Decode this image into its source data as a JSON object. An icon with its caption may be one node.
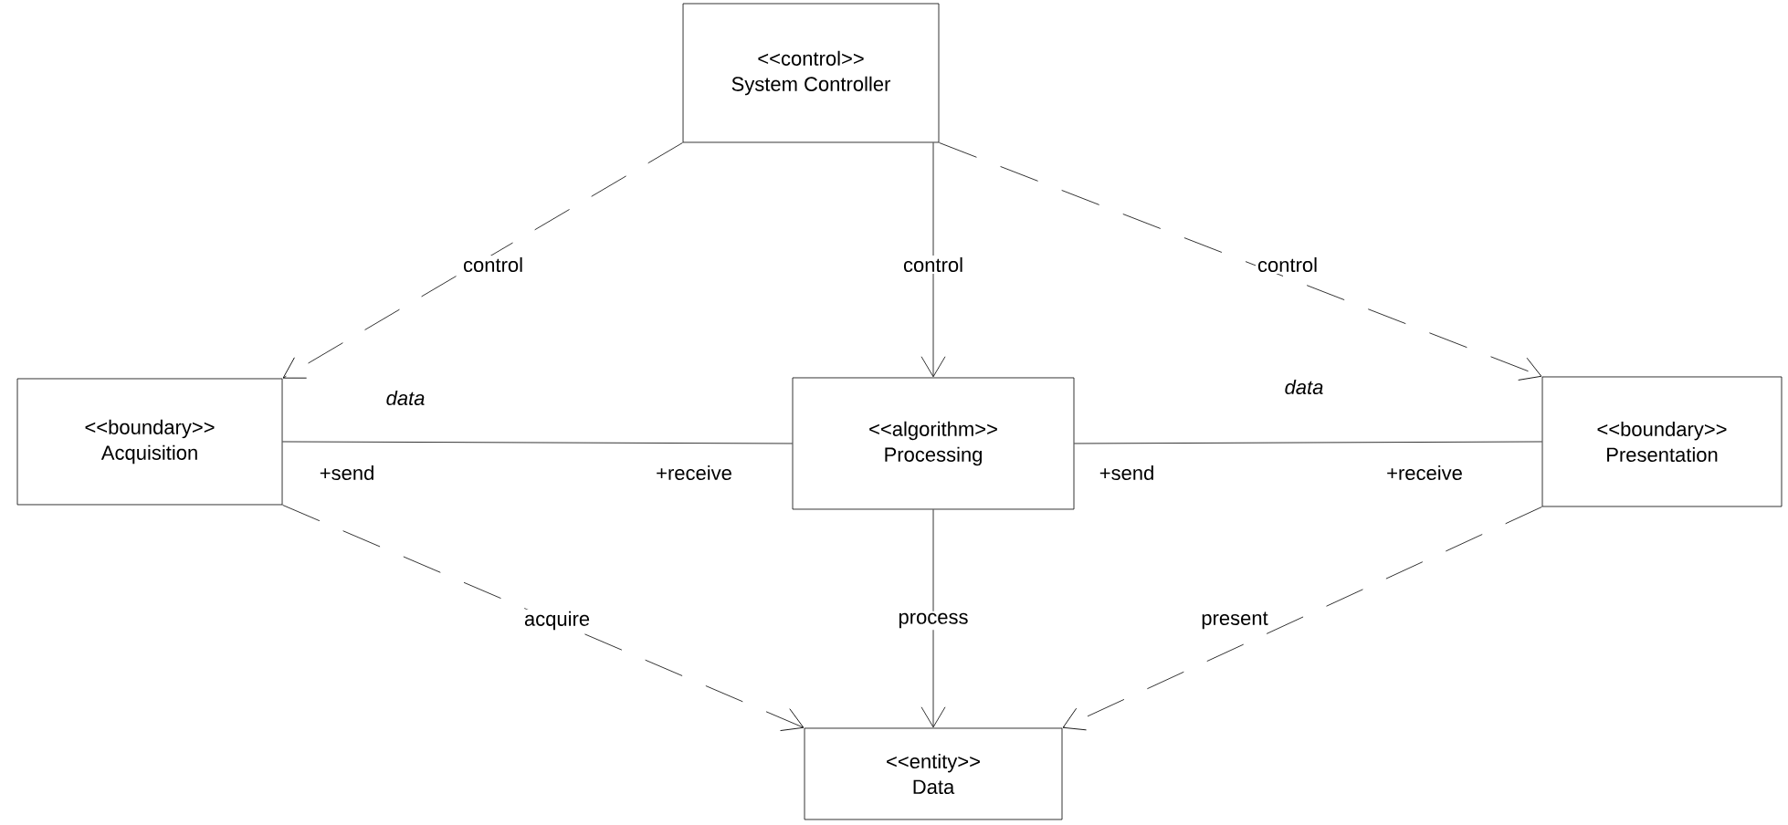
{
  "diagram": {
    "nodes": [
      {
        "text": [
          "<<control>>",
          "System Controller"
        ]
      },
      {
        "text": [
          "<<boundary>>",
          "Acquisition"
        ]
      },
      {
        "text": [
          "<<algorithm>>",
          "Processing"
        ]
      },
      {
        "text": [
          "<<boundary>>",
          "Presentation"
        ]
      },
      {
        "text": [
          "<<entity>>",
          "Data"
        ]
      }
    ],
    "edges": [
      {
        "from": 0,
        "to": 1,
        "arrow": "to",
        "label": "control",
        "style": "dashed"
      },
      {
        "from": 0,
        "to": 2,
        "arrow": "to",
        "label": "control"
      },
      {
        "from": 0,
        "to": 3,
        "arrow": "to",
        "label": "control",
        "style": "dashed"
      },
      {
        "from": 1,
        "to": 2,
        "arrow": "none",
        "label": "data"
      },
      {
        "from": 2,
        "to": 3,
        "arrow": "none",
        "label": "data"
      },
      {
        "from": 1,
        "to": 4,
        "arrow": "to",
        "label": "acquire",
        "style": "dashed"
      },
      {
        "from": 2,
        "to": 4,
        "arrow": "to",
        "label": "process"
      },
      {
        "from": 3,
        "to": 4,
        "arrow": "to",
        "label": "present",
        "style": "dashed"
      }
    ],
    "labels": [
      "+send",
      "+receive",
      "+send",
      "+receive"
    ]
  }
}
